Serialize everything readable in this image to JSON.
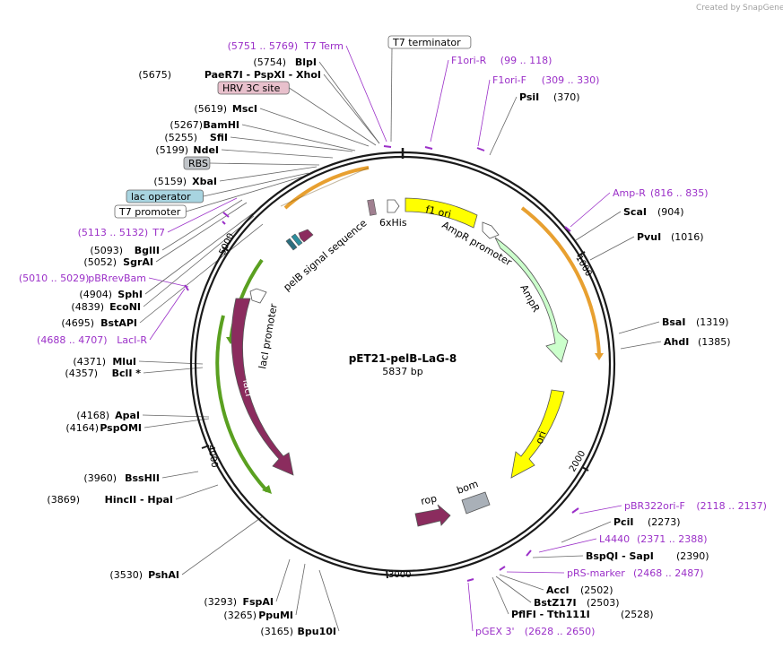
{
  "credit": {
    "prefix": "Created by",
    "brand": "SnapGene"
  },
  "plasmid": {
    "name": "pET21-pelB-LaG-8",
    "size": "5837 bp"
  },
  "ticks": [
    "1000",
    "2000",
    "3000",
    "4000",
    "5000"
  ],
  "left_labels": [
    {
      "pos": "(5751 .. 5769)",
      "name": "T7 Term",
      "color": "#9b30c8"
    },
    {
      "pos": "(5754)",
      "name": "BlpI"
    },
    {
      "pos": "(5675)",
      "name": "PaeR7I  - PspXI  - XhoI"
    },
    {
      "pos": "",
      "name": "HRV 3C site",
      "box": "pink"
    },
    {
      "pos": "(5619)",
      "name": "MscI"
    },
    {
      "pos": "(5267)",
      "name": "BamHI"
    },
    {
      "pos": "(5255)",
      "name": "SfiI"
    },
    {
      "pos": "(5199)",
      "name": "NdeI"
    },
    {
      "pos": "",
      "name": "RBS",
      "box": "gray"
    },
    {
      "pos": "(5159)",
      "name": "XbaI"
    },
    {
      "pos": "",
      "name": "lac operator",
      "box": "blue"
    },
    {
      "pos": "",
      "name": "T7 promoter",
      "box": "white"
    },
    {
      "pos": "(5113 .. 5132)",
      "name": "T7",
      "color": "#9b30c8"
    },
    {
      "pos": "(5093)",
      "name": "BglII"
    },
    {
      "pos": "(5052)",
      "name": "SgrAI"
    },
    {
      "pos": "(5010 .. 5029)",
      "name": "pBRrevBam",
      "color": "#9b30c8"
    },
    {
      "pos": "(4904)",
      "name": "SphI"
    },
    {
      "pos": "(4839)",
      "name": "EcoNI"
    },
    {
      "pos": "(4695)",
      "name": "BstAPI"
    },
    {
      "pos": "(4688 .. 4707)",
      "name": "LacI-R",
      "color": "#9b30c8"
    },
    {
      "pos": "(4371)",
      "name": "MluI"
    },
    {
      "pos": "(4357)",
      "name": "BclI *"
    },
    {
      "pos": "(4168)",
      "name": "ApaI"
    },
    {
      "pos": "(4164)",
      "name": "PspOMI"
    },
    {
      "pos": "(3960)",
      "name": "BssHII"
    },
    {
      "pos": "(3869)",
      "name": "HincII  - HpaI"
    },
    {
      "pos": "(3530)",
      "name": "PshAI"
    },
    {
      "pos": "(3293)",
      "name": "FspAI"
    },
    {
      "pos": "(3265)",
      "name": "PpuMI"
    },
    {
      "pos": "(3165)",
      "name": "Bpu10I"
    }
  ],
  "right_labels": [
    {
      "pos": "",
      "name": "T7 terminator",
      "box": "white"
    },
    {
      "name": "F1ori-R",
      "pos": "(99 .. 118)",
      "color": "#9b30c8"
    },
    {
      "name": "F1ori-F",
      "pos": "(309 .. 330)",
      "color": "#9b30c8"
    },
    {
      "name": "PsiI",
      "pos": "(370)"
    },
    {
      "name": "Amp-R",
      "pos": "(816 .. 835)",
      "color": "#9b30c8"
    },
    {
      "name": "ScaI",
      "pos": "(904)"
    },
    {
      "name": "PvuI",
      "pos": "(1016)"
    },
    {
      "name": "BsaI",
      "pos": "(1319)"
    },
    {
      "name": "AhdI",
      "pos": "(1385)"
    },
    {
      "name": "pBR322ori-F",
      "pos": "(2118 .. 2137)",
      "color": "#9b30c8"
    },
    {
      "name": "PciI",
      "pos": "(2273)"
    },
    {
      "name": "L4440",
      "pos": "(2371 .. 2388)",
      "color": "#9b30c8"
    },
    {
      "name": "BspQI  - SapI",
      "pos": "(2390)"
    },
    {
      "name": "pRS-marker",
      "pos": "(2468 .. 2487)",
      "color": "#9b30c8"
    },
    {
      "name": "AccI",
      "pos": "(2502)"
    },
    {
      "name": "BstZ17I",
      "pos": "(2503)"
    },
    {
      "name": "PflFI  - Tth111I",
      "pos": "(2528)"
    },
    {
      "name": "pGEX 3'",
      "pos": "(2628 .. 2650)",
      "color": "#9b30c8"
    }
  ],
  "features": [
    {
      "name": "f1 ori",
      "color": "#ffff00"
    },
    {
      "name": "AmpR promoter",
      "color": "#ffffff"
    },
    {
      "name": "AmpR",
      "color": "#ccffcc"
    },
    {
      "name": "ori",
      "color": "#ffff00"
    },
    {
      "name": "bom",
      "color": "#a9b0b8"
    },
    {
      "name": "rop",
      "color": "#8b2c5e"
    },
    {
      "name": "lacI",
      "color": "#8b2c5e"
    },
    {
      "name": "lacI promoter",
      "color": "#ffffff"
    },
    {
      "name": "pelB signal sequence",
      "color": "#8b2c5e"
    },
    {
      "name": "6xHis",
      "color": "#ffffff"
    }
  ],
  "colors": {
    "backbone": "#1a1a1a",
    "primer": "#9b30c8",
    "orf": "#e8a030",
    "orf_green": "#5aa020"
  }
}
